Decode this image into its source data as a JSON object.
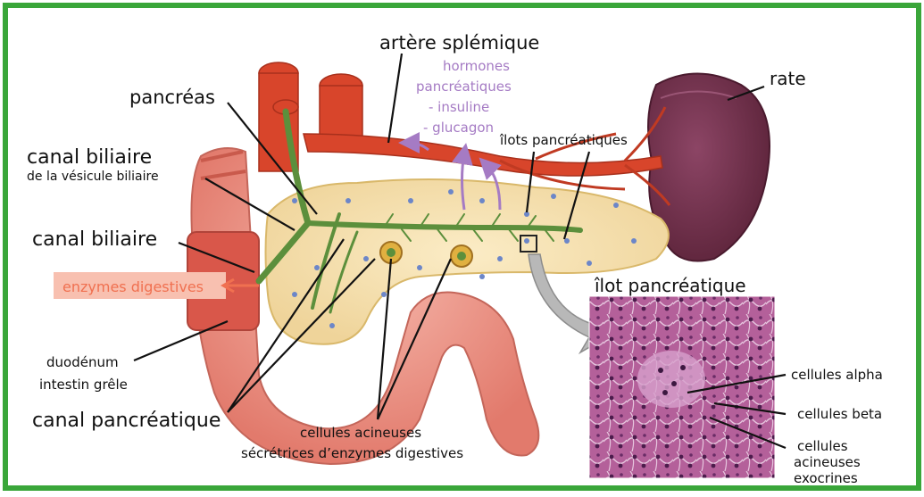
{
  "labels": {
    "artere": "artère splémique",
    "hormones_1": "hormones",
    "hormones_2": "pancréatiques",
    "hormones_3": "- insuline",
    "hormones_4": "- glucagon",
    "rate": "rate",
    "pancreas": "pancréas",
    "canal_biliaire_1": "canal biliaire",
    "canal_biliaire_1_sub": "de la vésicule biliaire",
    "ilots": "îlots pancréatiques",
    "canal_biliaire_2": "canal biliaire",
    "enzymes": "enzymes digestives",
    "ilot_title": "îlot pancréatique",
    "duodenum_1": "duodénum",
    "duodenum_2": "intestin grêle",
    "canal_pancreatique": "canal pancréatique",
    "acineuses_1": "cellules acineuses",
    "acineuses_2": "sécrétrices d’enzymes digestives",
    "alpha": "cellules alpha",
    "beta": "cellules beta",
    "exo_1": "cellules",
    "exo_2": "acineuses",
    "exo_3": "exocrines"
  },
  "colors": {
    "frame": "#3aa63a",
    "hormones": "#a57bc4",
    "enzymes_text": "#f07050",
    "enzymes_box": "#f8c0b0",
    "artery": "#d8452b",
    "pancreas": "#f7e2b0",
    "duct": "#5c8f3c",
    "spleen": "#6d2c45",
    "intestine": "#ef9a8c",
    "histology": "#b05a94"
  }
}
